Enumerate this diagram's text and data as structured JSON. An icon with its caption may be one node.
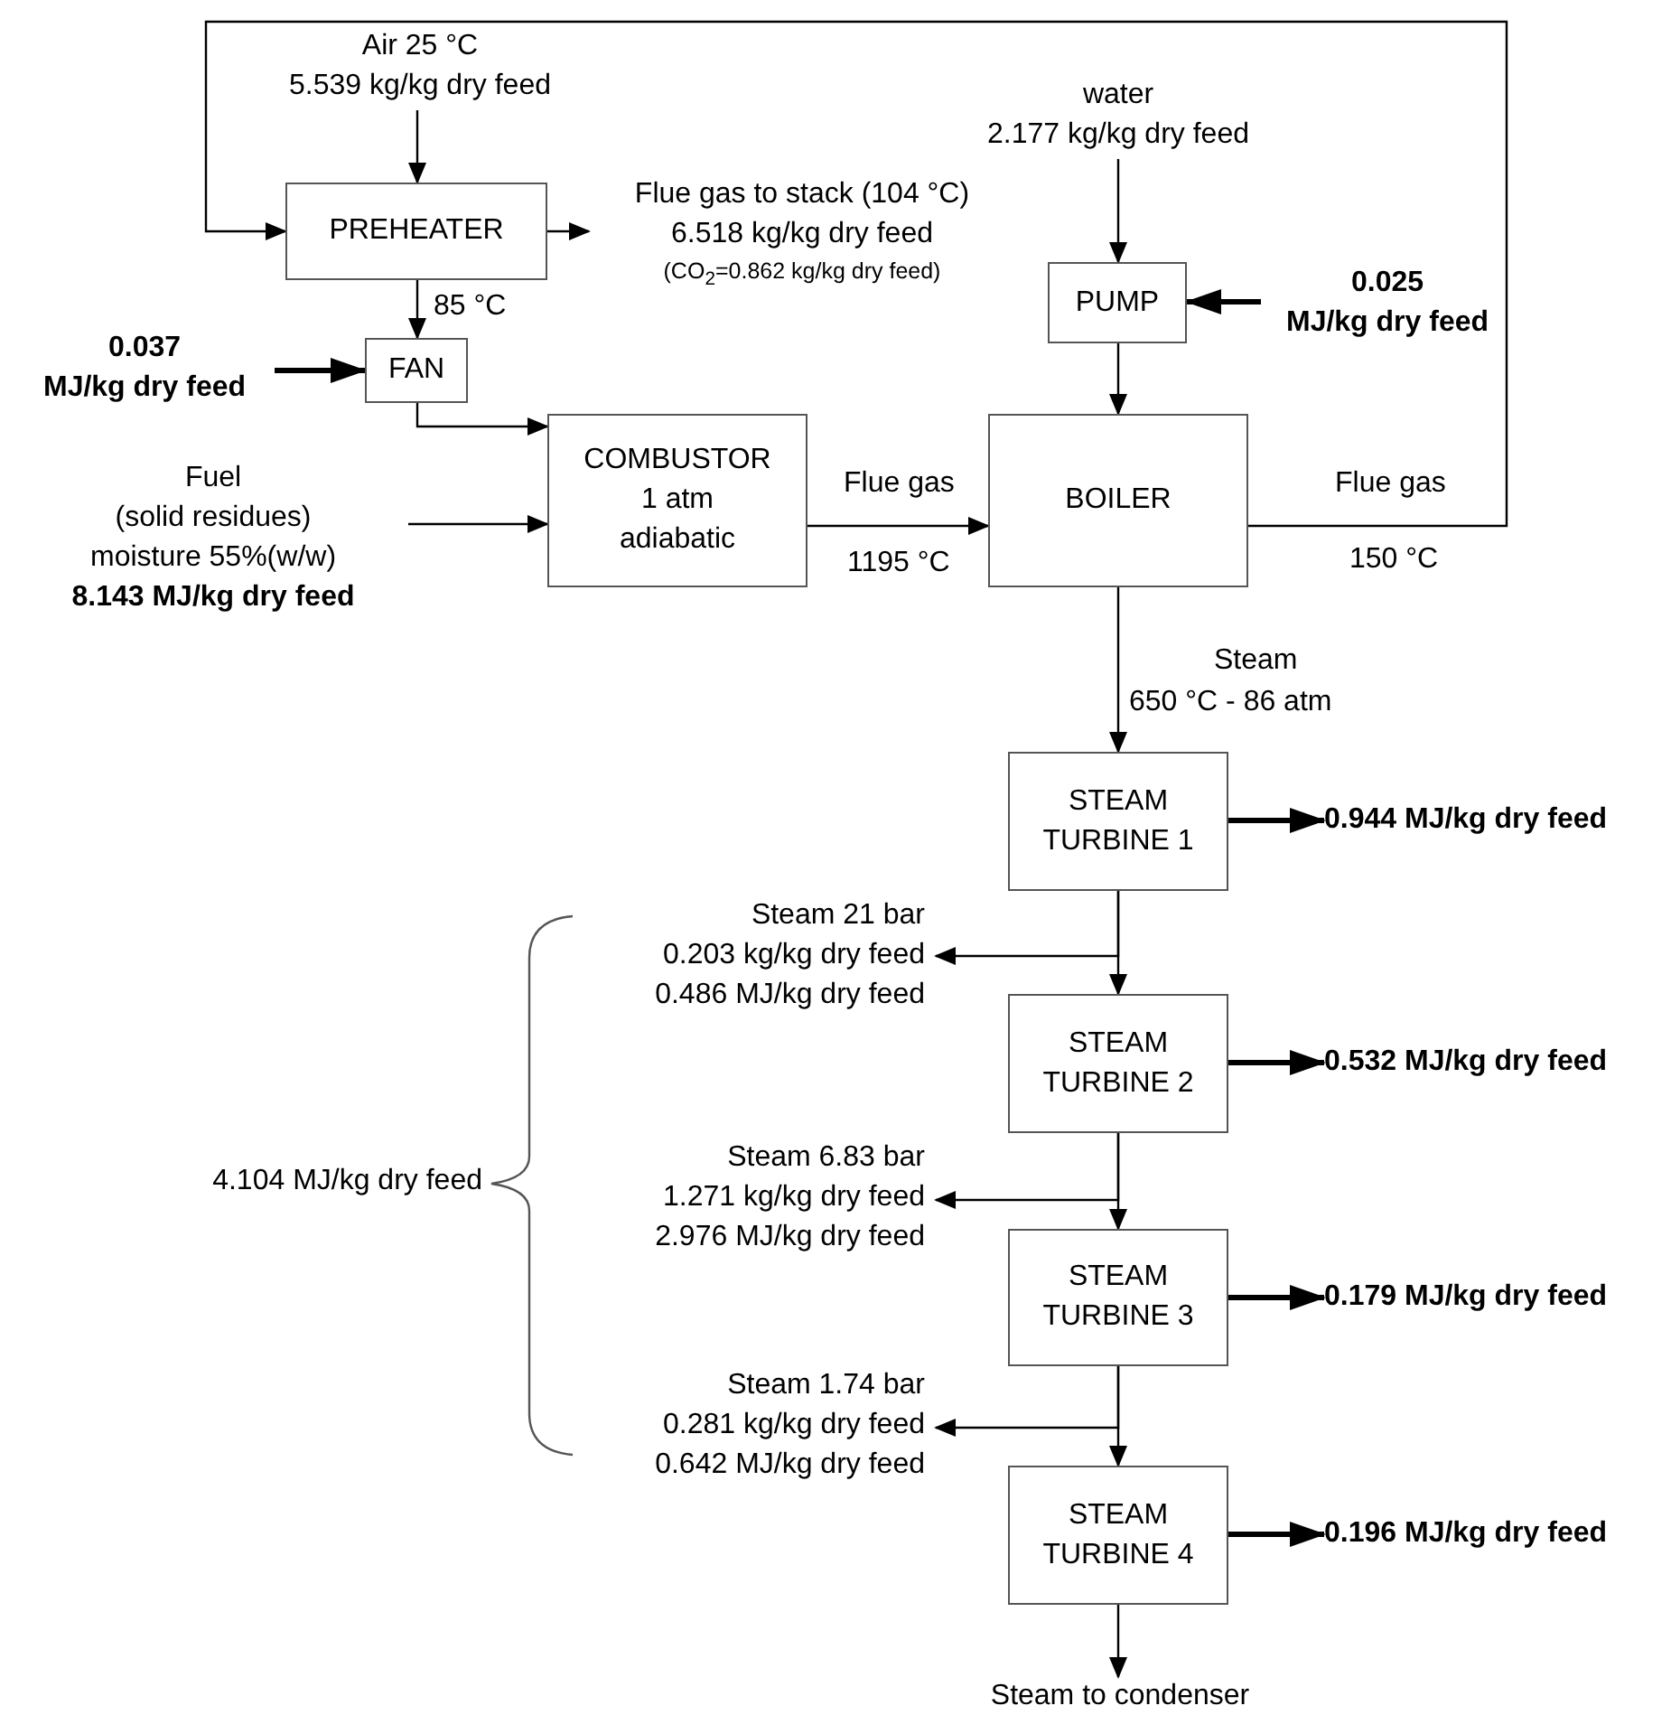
{
  "diagram": {
    "nodes": [
      {
        "text": [
          "PREHEATER"
        ]
      },
      {
        "text": [
          "FAN"
        ]
      },
      {
        "text": [
          "COMBUSTOR 1 atm adiabatic"
        ]
      },
      {
        "text": [
          "PUMP"
        ]
      },
      {
        "text": [
          "BOILER"
        ]
      },
      {
        "text": [
          "STEAM TURBINE 1"
        ]
      },
      {
        "text": [
          "STEAM TURBINE 2"
        ]
      },
      {
        "text": [
          "STEAM TURBINE 3"
        ]
      },
      {
        "text": [
          "STEAM TURBINE 4"
        ]
      },
      {
        "text": [
          "Air 25 °C",
          "5.539 kg/kg dry feed"
        ]
      },
      {
        "text": [
          "Flue gas to stack (104 °C)",
          "6.518 kg/kg dry feed",
          "(CO$_{2}$=0.862 kg/kg dry feed)"
        ]
      },
      {
        "text": [
          "0.037",
          "MJ/kg dry feed"
        ]
      },
      {
        "text": [
          "Fuel",
          "(solid residues)",
          "moisture 55%(w/w)",
          "8.143 MJ/kg dry feed"
        ]
      },
      {
        "text": [
          "water",
          "2.177 kg/kg dry feed"
        ]
      },
      {
        "text": [
          "0.025",
          "MJ/kg dry feed"
        ]
      },
      {
        "text": [
          "0.944 MJ/kg dry feed"
        ]
      },
      {
        "text": [
          "0.532 MJ/kg dry feed"
        ]
      },
      {
        "text": [
          "0.179 MJ/kg dry feed"
        ]
      },
      {
        "text": [
          "0.196 MJ/kg dry feed"
        ]
      },
      {
        "text": [
          "Steam 21 bar",
          "0.203 kg/kg dry feed",
          "0.486 MJ/kg dry feed"
        ]
      },
      {
        "text": [
          "Steam 6.83 bar",
          "1.271 kg/kg dry feed",
          "2.976 MJ/kg dry feed"
        ]
      },
      {
        "text": [
          "Steam 1.74 bar",
          "0.281 kg/kg dry feed",
          "0.642 MJ/kg dry feed"
        ]
      },
      {
        "text": [
          "Steam to condenser"
        ]
      }
    ],
    "edges": [
      {
        "from": 9,
        "to": 0,
        "arrow": "to"
      },
      {
        "from": 0,
        "to": 10,
        "arrow": "to"
      },
      {
        "from": 0,
        "to": 1,
        "arrow": "to",
        "label": "85 °C"
      },
      {
        "from": 11,
        "to": 1,
        "arrow": "to",
        "style": "thick"
      },
      {
        "from": 1,
        "to": 2,
        "arrow": "to"
      },
      {
        "from": 12,
        "to": 2,
        "arrow": "to"
      },
      {
        "from": 2,
        "to": 4,
        "arrow": "to",
        "label": "Flue gas"
      },
      {
        "from": 13,
        "to": 3,
        "arrow": "to"
      },
      {
        "from": 14,
        "to": 3,
        "arrow": "to",
        "style": "thick"
      },
      {
        "from": 3,
        "to": 4,
        "arrow": "to"
      },
      {
        "from": 4,
        "to": 0,
        "arrow": "to",
        "label": "Flue gas"
      },
      {
        "from": 4,
        "to": 5,
        "arrow": "to",
        "label": "Steam"
      },
      {
        "from": 5,
        "to": 6,
        "arrow": "to"
      },
      {
        "from": 5,
        "to": 19,
        "arrow": "to"
      },
      {
        "from": 6,
        "to": 7,
        "arrow": "to"
      },
      {
        "from": 6,
        "to": 20,
        "arrow": "to"
      },
      {
        "from": 7,
        "to": 8,
        "arrow": "to"
      },
      {
        "from": 7,
        "to": 21,
        "arrow": "to"
      },
      {
        "from": 8,
        "to": 22,
        "arrow": "to"
      },
      {
        "from": 5,
        "to": 15,
        "arrow": "to",
        "style": "thick"
      },
      {
        "from": 6,
        "to": 16,
        "arrow": "to",
        "style": "thick"
      },
      {
        "from": 7,
        "to": 17,
        "arrow": "to",
        "style": "thick"
      },
      {
        "from": 8,
        "to": 18,
        "arrow": "to",
        "style": "thick"
      }
    ],
    "labels": [
      "1195 °C",
      "150 °C",
      "650 °C - 86 atm",
      "4.104 MJ/kg dry feed"
    ]
  }
}
